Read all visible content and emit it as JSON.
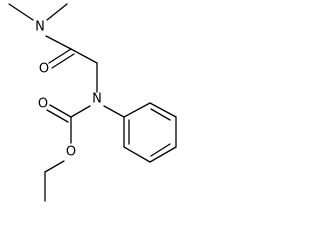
{
  "molecule": {
    "atoms": {
      "n_amide": "N",
      "o_amide": "O",
      "n_carbamate": "N",
      "o_carbonyl": "O",
      "o_ester": "O"
    }
  }
}
